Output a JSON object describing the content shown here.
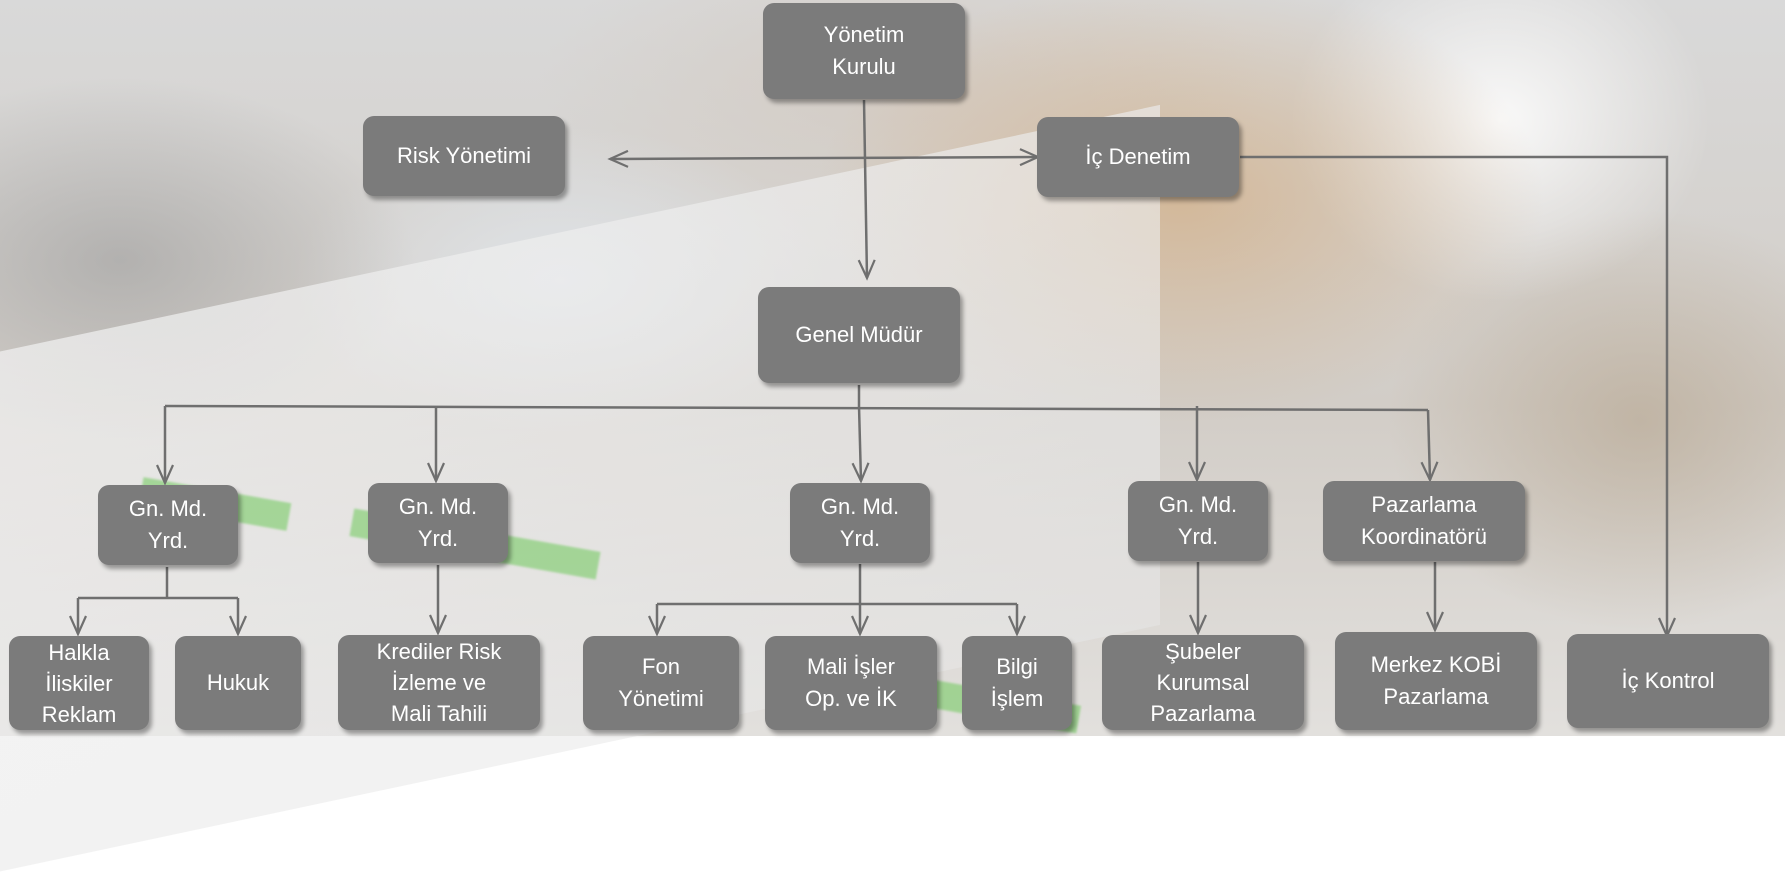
{
  "org_chart": {
    "board": "Yönetim\nKurulu",
    "risk": "Risk Yönetimi",
    "audit": "İç Denetim",
    "gm": "Genel Müdür",
    "agm1": "Gn. Md.\nYrd.",
    "agm2": "Gn. Md.\nYrd.",
    "agm3": "Gn. Md.\nYrd.",
    "agm4": "Gn. Md.\nYrd.",
    "marketing_coord": "Pazarlama\nKoordinatörü",
    "pr": "Halkla\nİliskiler\nReklam",
    "legal": "Hukuk",
    "credit_risk": "Krediler Risk\nİzleme ve\nMali Tahili",
    "fund": "Fon\nYönetimi",
    "finance": "Mali İşler\nOp. ve İK",
    "it": "Bilgi\nİşlem",
    "branches": "Şubeler\nKurumsal\nPazarlama",
    "sme": "Merkez KOBİ\nPazarlama",
    "internal_control": "İç Kontrol"
  },
  "colors": {
    "box_fill": "#7b7b7b",
    "box_text": "#ffffff",
    "connector": "#6f6f6f"
  }
}
